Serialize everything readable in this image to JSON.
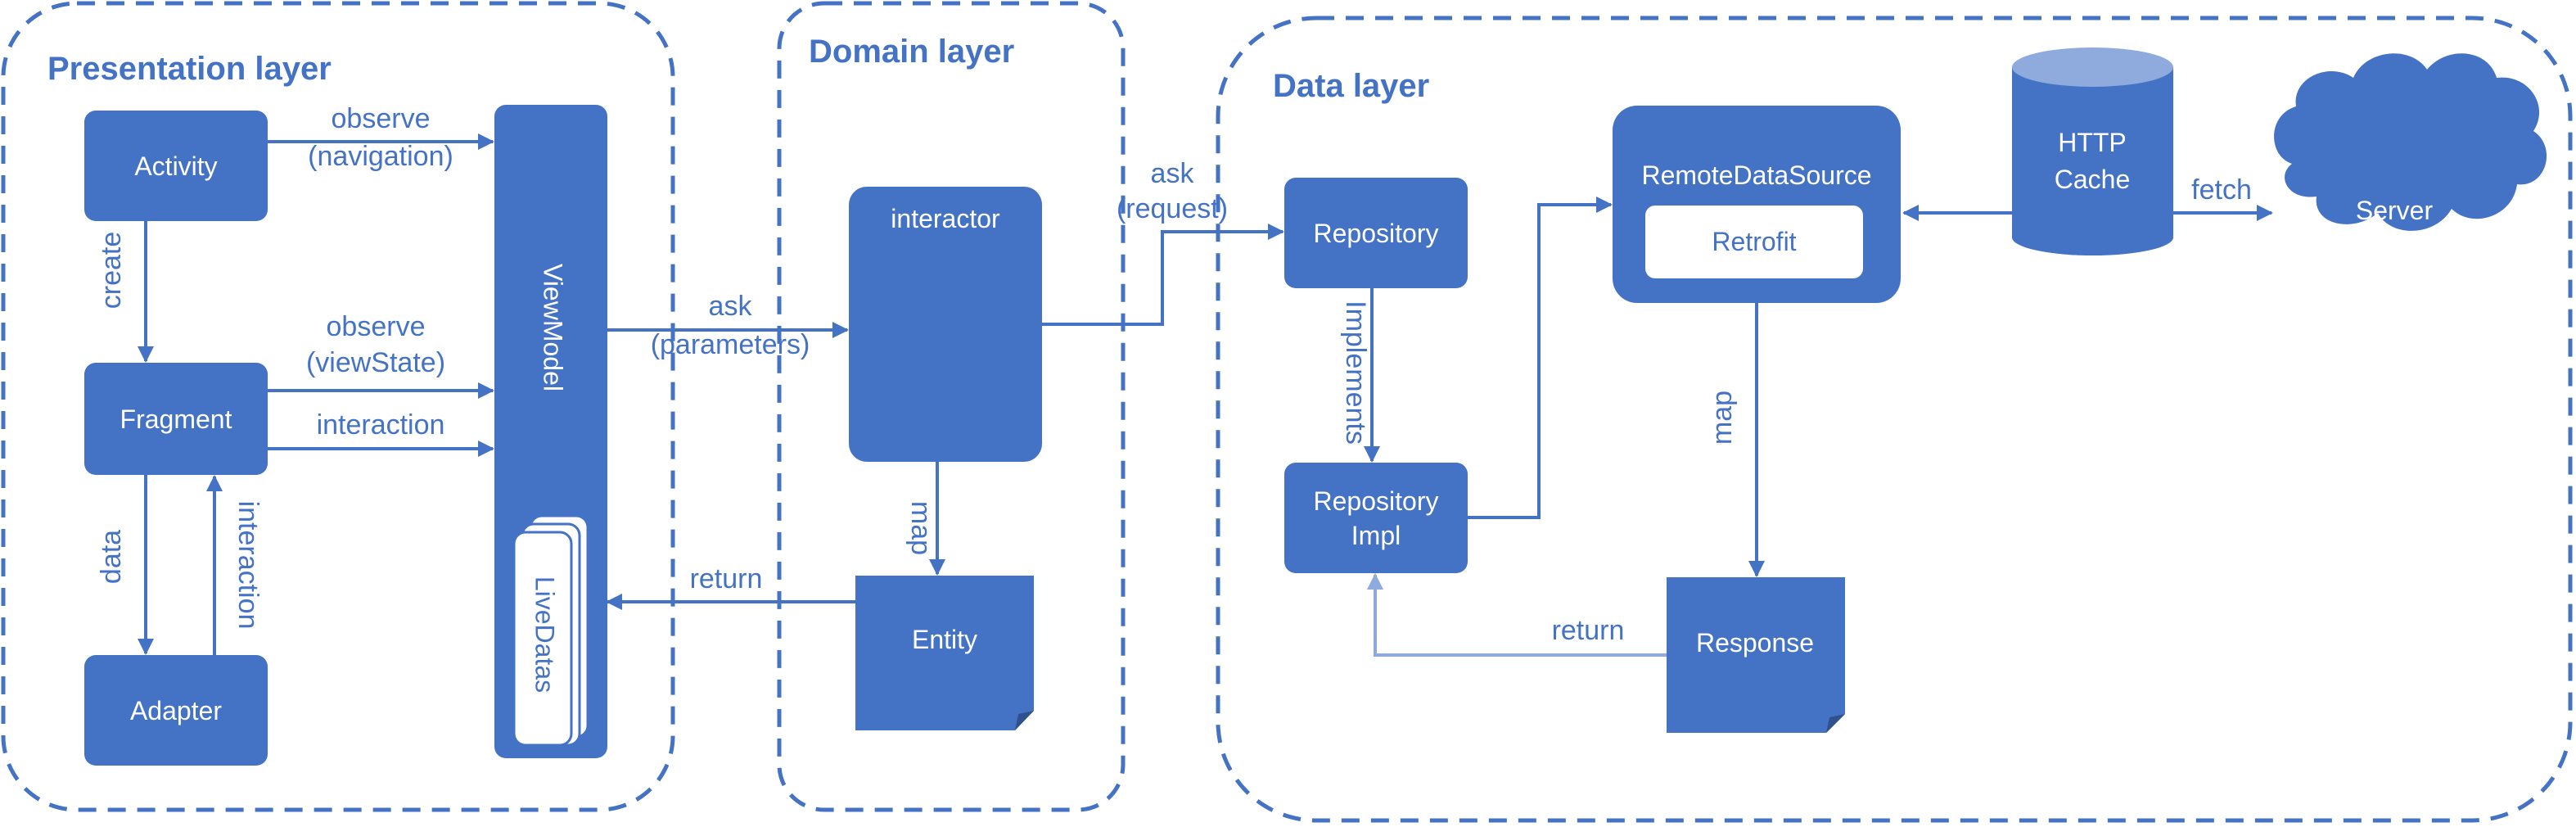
{
  "layers": {
    "presentation": "Presentation layer",
    "domain": "Domain layer",
    "data": "Data layer"
  },
  "nodes": {
    "activity": "Activity",
    "fragment": "Fragment",
    "adapter": "Adapter",
    "viewmodel": "ViewModel",
    "livedatas": "LiveDatas",
    "interactor": "interactor",
    "entity": "Entity",
    "repository": "Repository",
    "repository_impl_line1": "Repository",
    "repository_impl_line2": "Impl",
    "remote_data_source": "RemoteDataSource",
    "retrofit": "Retrofit",
    "http_cache_line1": "HTTP",
    "http_cache_line2": "Cache",
    "server": "Server",
    "response": "Response"
  },
  "edges": {
    "observe_nav_1": "observe",
    "observe_nav_2": "(navigation)",
    "create": "create",
    "observe_vs_1": "observe",
    "observe_vs_2": "(viewState)",
    "interaction": "interaction",
    "data": "data",
    "interaction_vertical": "interaction",
    "ask_params_1": "ask",
    "ask_params_2": "(parameters)",
    "map_domain": "map",
    "return_domain": "return",
    "ask_request_1": "ask",
    "ask_request_2": "(request)",
    "implements": "Implements",
    "map_data": "map",
    "return_data": "return",
    "fetch": "fetch"
  },
  "colors": {
    "primary": "#4472C4",
    "light": "#8FAADC",
    "cylinder_top": "#8FAADC"
  }
}
